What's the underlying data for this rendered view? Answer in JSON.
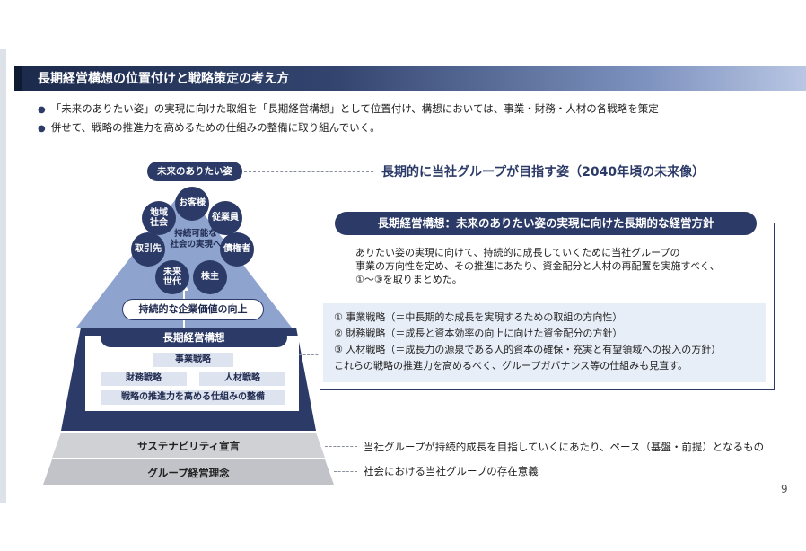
{
  "header": {
    "title": "長期経営構想の位置付けと戦略策定の考え方"
  },
  "bullets": [
    "「未来のありたい姿」の実現に向けた取組を「長期経営構想」として位置付け、構想においては、事業・財務・人材の各戦略を策定",
    "併せて、戦略の推進力を高めるための仕組みの整備に取り組んでいく。"
  ],
  "pyramid": {
    "top_pill": "未来のありたい姿",
    "center_text": "持続可能な\n社会の実現へ",
    "stakeholders": [
      "お客様",
      "従業員",
      "債権者",
      "株主",
      "未来\n世代",
      "取引先",
      "地域\n社会"
    ],
    "value_pill": "持続的な企業価値の向上",
    "plan_header": "長期経営構想",
    "plan_items": {
      "business": "事業戦略",
      "finance": "財務戦略",
      "hr": "人材戦略",
      "mechanism": "戦略の推進力を高める仕組みの整備"
    },
    "sustainability": "サステナビリティ宣言",
    "philosophy": "グループ経営理念"
  },
  "right": {
    "vision_caption": "長期的に当社グループが目指す姿（2040年頃の未来像）",
    "plan_title": "長期経営構想：未来のありたい姿の実現に向けた長期的な経営方針",
    "plan_desc": [
      "ありたい姿の実現に向けて、持続的に成長していくために当社グループの",
      "事業の方向性を定め、その推進にあたり、資金配分と人材の再配置を実施すべく、",
      "①～③を取りまとめた。"
    ],
    "strategies": [
      "①  事業戦略（＝中長期的な成長を実現するための取組の方向性）",
      "②  財務戦略（＝成長と資本効率の向上に向けた資金配分の方針）",
      "③  人材戦略（＝成長力の源泉である人的資本の確保・充実と有望領域への投入の方針）"
    ],
    "strategies_note": "これらの戦略の推進力を高めるべく、グループガバナンス等の仕組みも見直す。",
    "sustainability_caption": "当社グループが持続的成長を目指していくにあたり、ベース（基盤・前提）となるもの",
    "philosophy_caption": "社会における当社グループの存在意義"
  },
  "page_number": "9",
  "colors": {
    "navy": "#2b3a67",
    "light_blue_fill": "#e8eef7",
    "gray_base": "#c9cbcf"
  }
}
